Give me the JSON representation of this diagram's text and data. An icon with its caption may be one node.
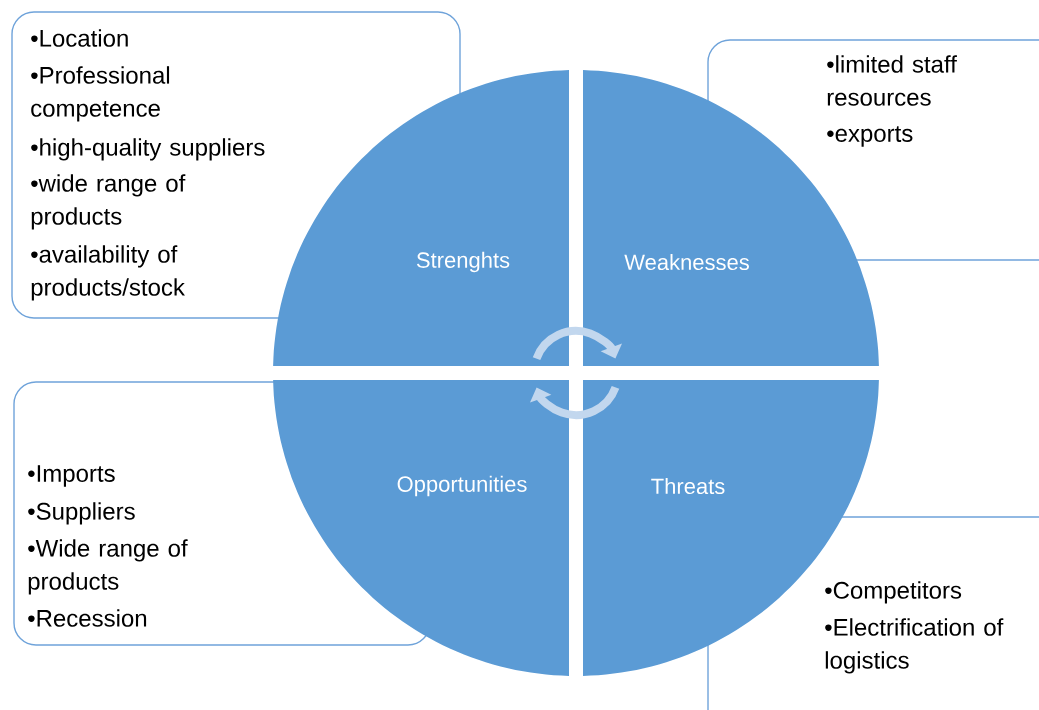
{
  "diagram": {
    "nodes": [
      {
        "text": [
          "•Location",
          "•Professional competence",
          "•high-quality suppliers",
          "•wide range of products",
          "•availability of products/stock"
        ]
      },
      {
        "text": [
          "•limited staff resources",
          "•exports"
        ]
      },
      {
        "text": [
          "Strenghts"
        ]
      },
      {
        "text": [
          "Weaknesses"
        ]
      },
      {
        "text": [
          "Opportunities"
        ]
      },
      {
        "text": [
          "Threats"
        ]
      },
      {
        "text": [
          "•Imports",
          "•Suppliers",
          "•Wide range of products",
          "•Recession"
        ]
      },
      {
        "text": [
          "•Competitors",
          "•Electrification of logistics"
        ]
      }
    ]
  }
}
